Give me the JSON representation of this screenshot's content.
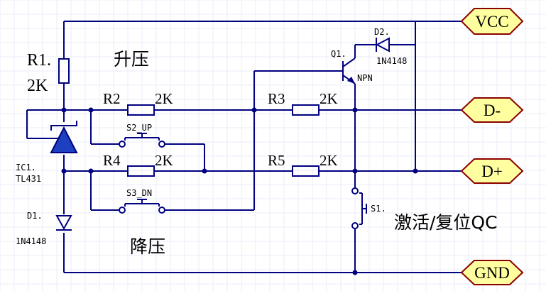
{
  "labels": {
    "r1_ref": "R1.",
    "r1_val": "2K",
    "r2_ref": "R2",
    "r2_val": "2K",
    "r3_ref": "R3",
    "r3_val": "2K",
    "r4_ref": "R4",
    "r4_val": "2K",
    "r5_ref": "R5",
    "r5_val": "2K",
    "s2": "S2_UP",
    "s3": "S3_DN",
    "s1": "S1.",
    "ic1_ref": "IC1.",
    "ic1_val": "TL431",
    "d1_ref": "D1.",
    "d1_val": "1N4148",
    "d2_ref": "D2.",
    "d2_val": "1N4148",
    "q1_ref": "Q1.",
    "q1_type": "NPN",
    "boost": "升压",
    "buck": "降压",
    "activate": "激活/复位QC"
  },
  "ports": {
    "vcc": "VCC",
    "dminus": "D-",
    "dplus": "D+",
    "gnd": "GND"
  },
  "colors": {
    "wire": "#000080",
    "port_fill": "#FFFFA0",
    "port_stroke": "#8B0000",
    "diode_fill": "#1E3FBF",
    "grid": "#e8eef8"
  }
}
